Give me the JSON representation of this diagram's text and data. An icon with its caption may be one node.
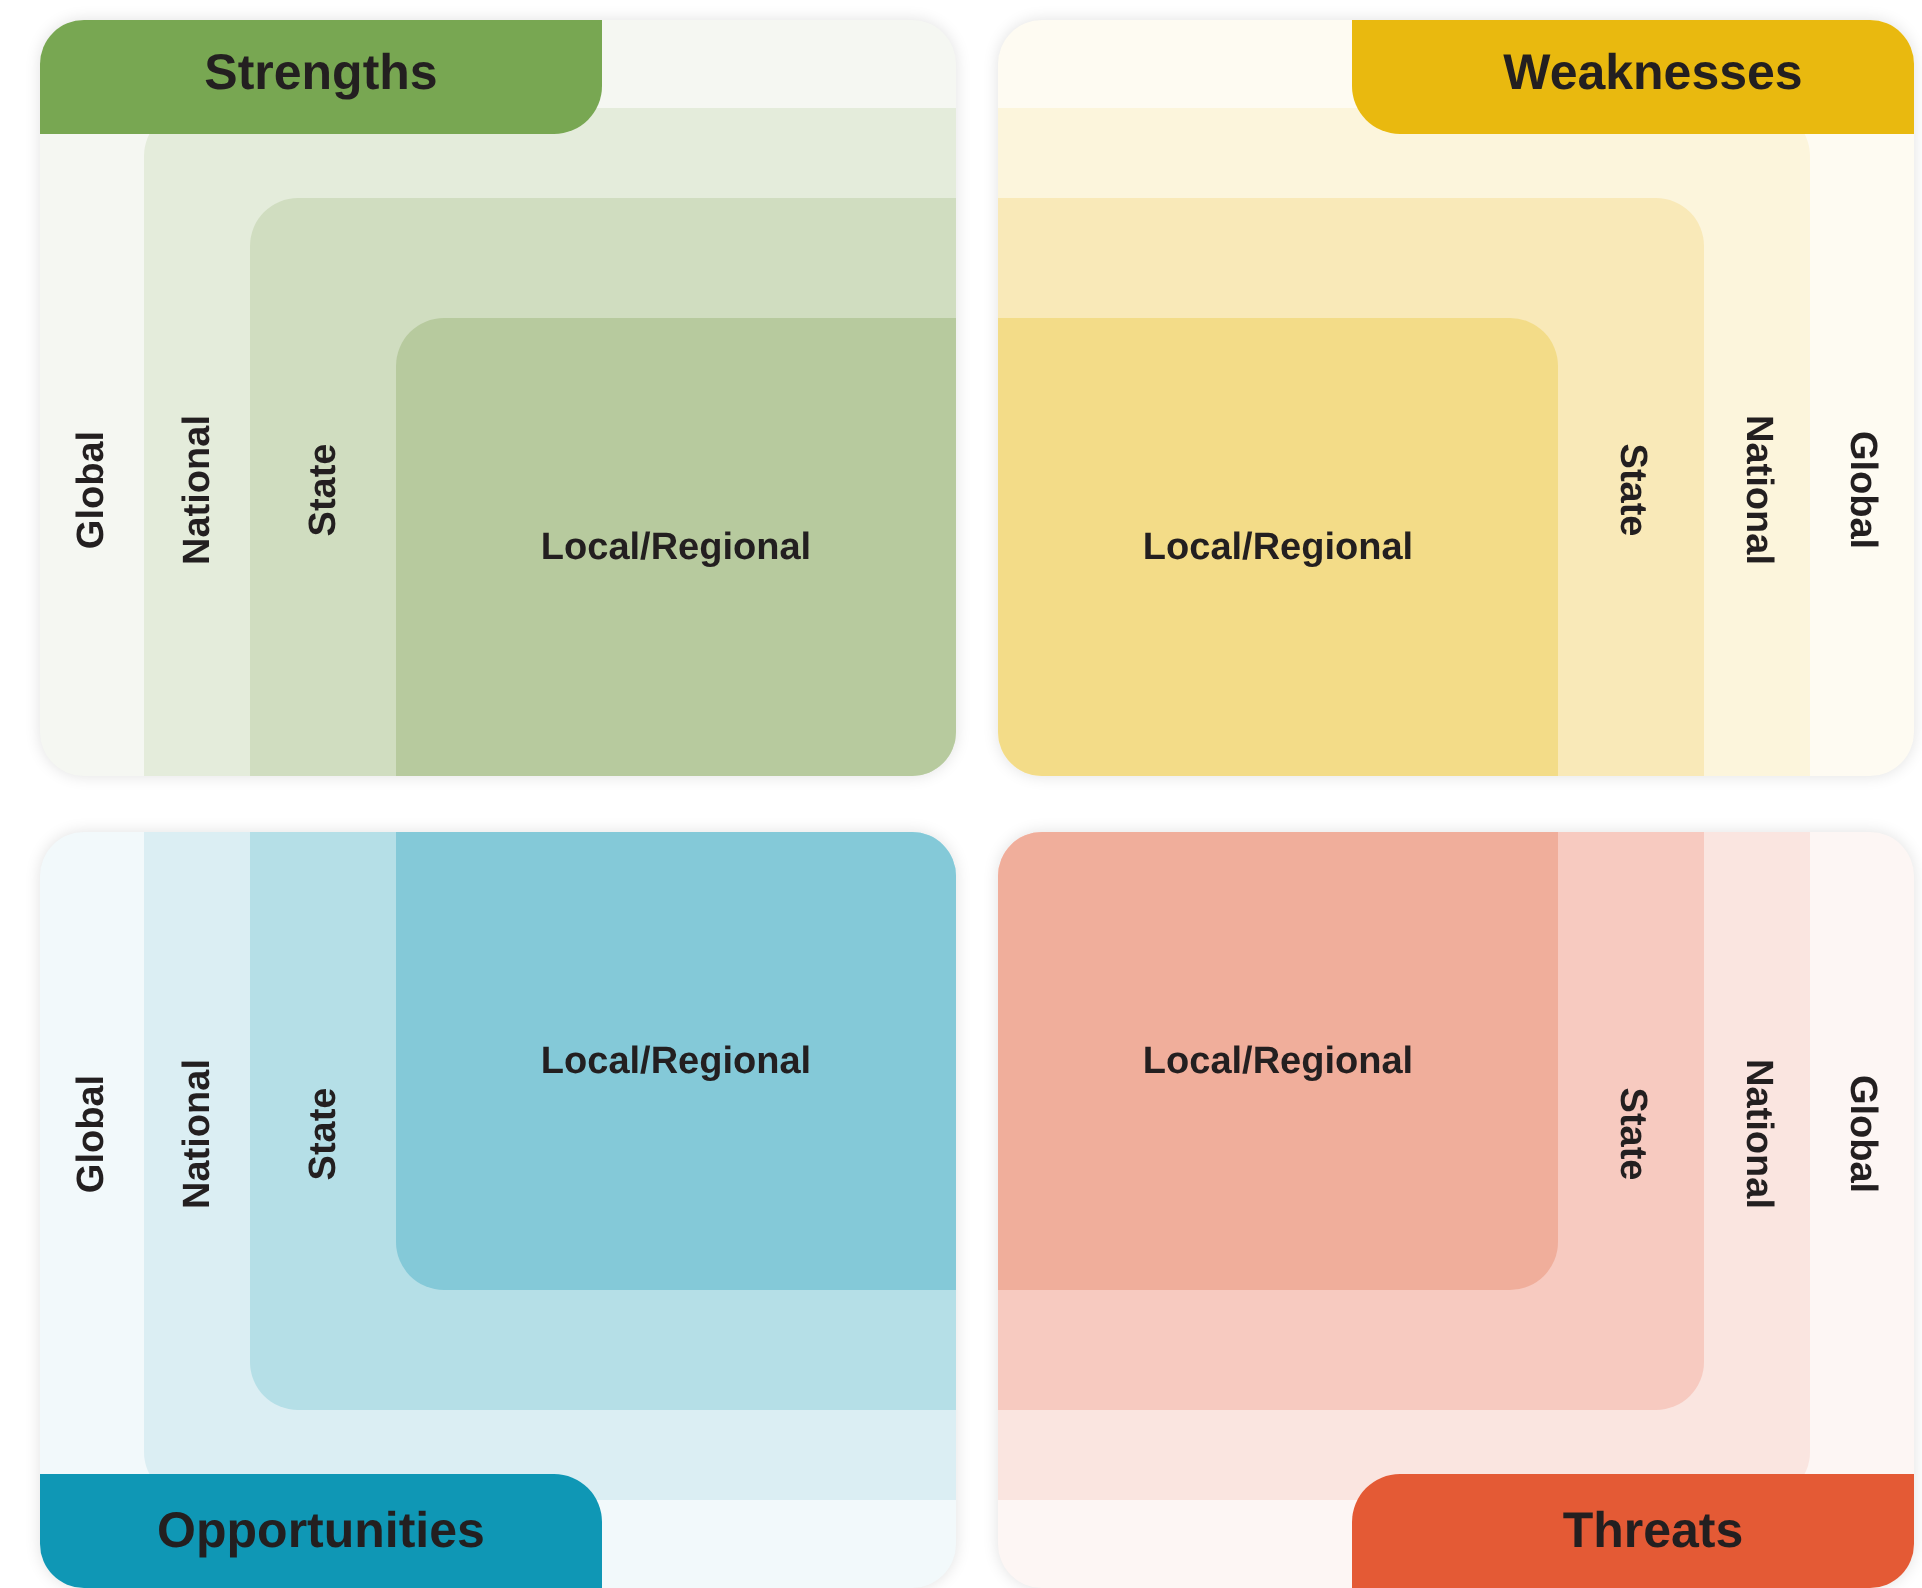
{
  "diagram": {
    "nodes": [
      {
        "text": [
          "Global"
        ]
      },
      {
        "text": [
          "Strengths"
        ],
        "in": 0
      },
      {
        "text": [
          "National"
        ],
        "in": 0
      },
      {
        "text": [
          "State"
        ],
        "in": 2
      },
      {
        "text": [
          "Local/Regional"
        ],
        "in": 3
      },
      {
        "text": [
          "Global"
        ]
      },
      {
        "text": [
          "Weaknesses"
        ],
        "in": 5
      },
      {
        "text": [
          "National"
        ],
        "in": 5
      },
      {
        "text": [
          "State"
        ],
        "in": 7
      },
      {
        "text": [
          "Local/Regional"
        ],
        "in": 8
      },
      {
        "text": [
          "Global"
        ]
      },
      {
        "text": [
          "Opportunities"
        ],
        "in": 10
      },
      {
        "text": [
          "National"
        ],
        "in": 10
      },
      {
        "text": [
          "State"
        ],
        "in": 12
      },
      {
        "text": [
          "Local/Regional"
        ],
        "in": 13
      },
      {
        "text": [
          "Global"
        ]
      },
      {
        "text": [
          "Threats"
        ],
        "in": 15
      },
      {
        "text": [
          "National"
        ],
        "in": 15
      },
      {
        "text": [
          "State"
        ],
        "in": 17
      },
      {
        "text": [
          "Local/Regional"
        ],
        "in": 18
      }
    ]
  }
}
